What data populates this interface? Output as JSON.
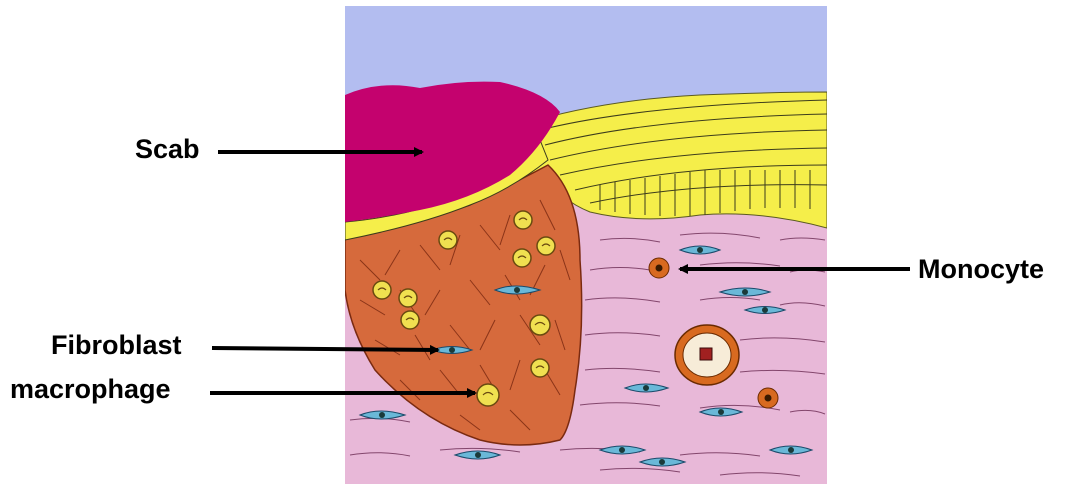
{
  "labels": {
    "scab": "Scab",
    "monocyte": "Monocyte",
    "fibroblast": "Fibroblast",
    "macrophage": "macrophage"
  },
  "colors": {
    "sky": "#b3bdf0",
    "scab": "#c4026e",
    "epidermis": "#f5ee4a",
    "granulation": "#d66a3c",
    "dermis": "#e8b8d8",
    "fibroblast": "#6ab8d8",
    "macrophage": "#f0e050",
    "monocyte": "#d86a20",
    "arrow": "#000000"
  }
}
